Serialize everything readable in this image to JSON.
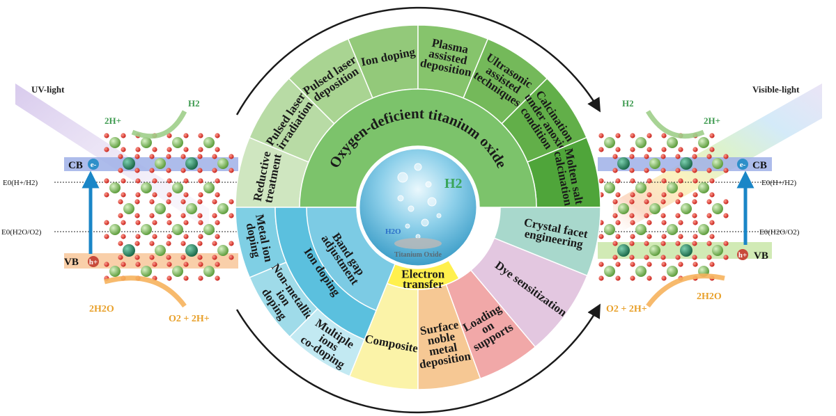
{
  "center": {
    "title": "Oxygen-deficient titanium oxide",
    "product": "H2",
    "reactant": "H2O",
    "material": "Titanium Oxide"
  },
  "segments": {
    "green": [
      "Reductive treatment",
      "Pulsed laser irradiation",
      "Pulsed laser deposition",
      "Ion doping",
      "Plasma assisted deposition",
      "Ultrasonic assisted techniques",
      "Calcination under anoxic condition",
      "Molten salt calcination"
    ],
    "blue_outer": [
      "Metal ion doping",
      "Non-metallic ion doping",
      "Multiple ions co-doping"
    ],
    "blue_inner": [
      "Ion doping",
      "Band gap adjustment"
    ],
    "transfer_inner": "Electron transfer",
    "transfer_outer": [
      "Composite",
      "Surface noble metal deposition",
      "Loading on supports",
      "Dye sensitization",
      "Crystal facet engineering"
    ]
  },
  "left_panel": {
    "light": "UV-light",
    "cb": "CB",
    "vb": "VB",
    "electron": "e-",
    "hole": "h+",
    "e_h2": "E0(H+/H2)",
    "e_o2": "E0(H2O/O2)",
    "proton": "2H+",
    "hydrogen": "H2",
    "water": "2H2O",
    "oxygen": "O2 + 2H+"
  },
  "right_panel": {
    "light": "Visible-light",
    "cb": "CB",
    "vb": "VB",
    "electron": "e-",
    "hole": "h+",
    "e_h2": "E0(H+/H2)",
    "e_o2": "E0(H2O/O2)",
    "proton": "2H+",
    "hydrogen": "H2",
    "water": "2H2O",
    "oxygen": "O2 + 2H+"
  },
  "colors": {
    "green_segment": "#7cc36b",
    "blue_segment": "#5bc0de",
    "transfer_label": "#fff04d",
    "composite": "#fbf3a8",
    "noble_metal": "#f6c894",
    "loading": "#f1a8a8",
    "dye": "#e3c7e0",
    "facet": "#a8d8cc",
    "cb_band": "#9fb0e8",
    "vb_band": "#f8c79a",
    "arrow": "#1a86c7"
  }
}
